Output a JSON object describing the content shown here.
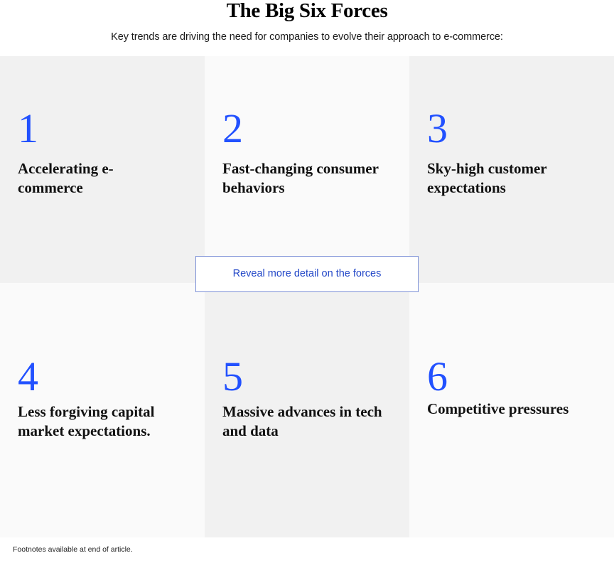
{
  "header": {
    "title": "The Big Six Forces",
    "subtitle": "Key trends are driving the need for companies to evolve their approach to e-commerce:"
  },
  "colors": {
    "accent": "#2251ff",
    "cell_dark": "#f1f1f1",
    "cell_light": "#fafafa",
    "button_border": "#7b8fd6",
    "button_text": "#2146c7"
  },
  "forces": [
    {
      "number": "1",
      "label": "Accelerating e-commerce"
    },
    {
      "number": "2",
      "label": "Fast-changing consumer behaviors"
    },
    {
      "number": "3",
      "label": "Sky-high customer expectations"
    },
    {
      "number": "4",
      "label": "Less forgiving capital market expectations."
    },
    {
      "number": "5",
      "label": "Massive advances in tech and data"
    },
    {
      "number": "6",
      "label": "Competitive pressures"
    }
  ],
  "reveal_button": {
    "label": "Reveal more detail on the forces"
  },
  "footnote": "Footnotes available at end of article."
}
